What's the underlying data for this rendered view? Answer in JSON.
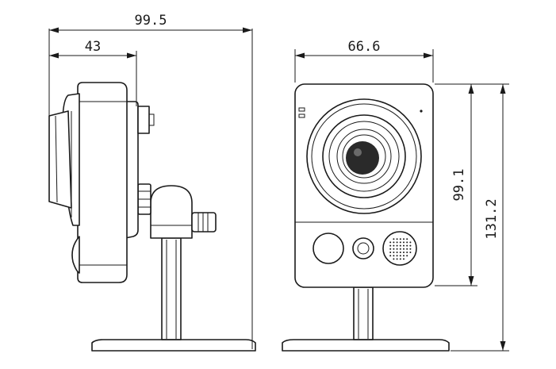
{
  "dimensions": {
    "overall_depth": "99.5",
    "lens_depth": "43",
    "front_width": "66.6",
    "body_height": "99.1",
    "overall_height": "131.2"
  }
}
